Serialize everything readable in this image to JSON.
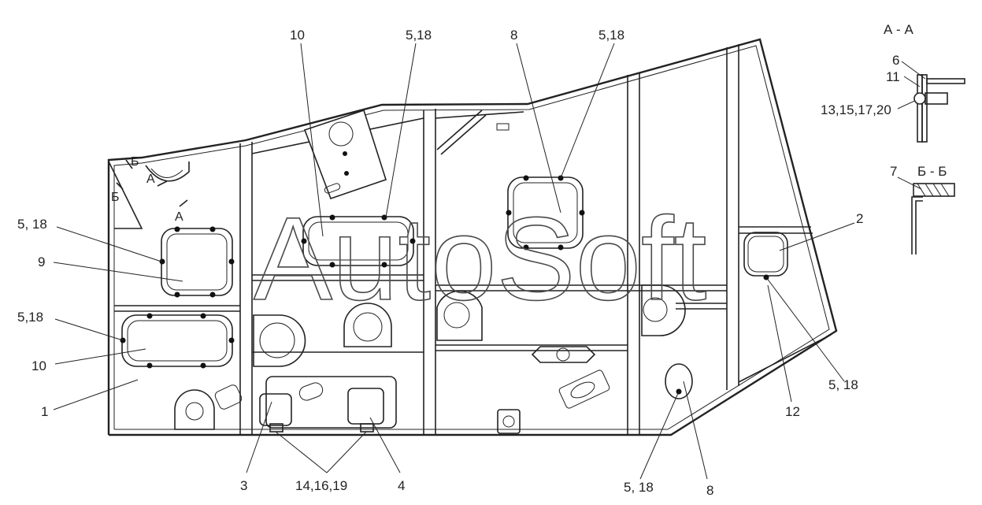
{
  "callouts": {
    "c10_top": "10",
    "c518_a": "5,18",
    "c8_top": "8",
    "c518_b": "5,18",
    "c518_left1": "5, 18",
    "c9": "9",
    "c518_left2": "5,18",
    "c10_left": "10",
    "c1": "1",
    "c2": "2",
    "c518_right": "5, 18",
    "c12": "12",
    "c3": "3",
    "c14": "14,16,19",
    "c4": "4",
    "c518_bottom": "5, 18",
    "c8_bottom": "8"
  },
  "section_marks": {
    "a": "А",
    "a2": "А",
    "b": "Б",
    "b2": "Б"
  },
  "detail_aa": {
    "title": "А - А",
    "label6": "6",
    "label11": "11",
    "label13": "13,15,17,20"
  },
  "detail_bb": {
    "title": "Б - Б",
    "label7": "7"
  },
  "watermark": "AutoSoft"
}
